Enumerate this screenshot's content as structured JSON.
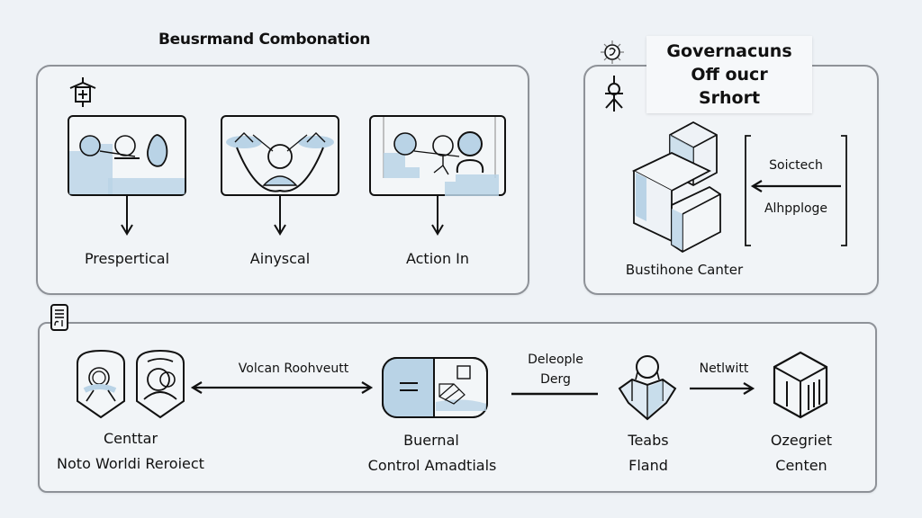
{
  "top_left": {
    "title": "Beusrmand Combonation",
    "steps": [
      {
        "label": "Prespertical",
        "icon": "meeting-scene"
      },
      {
        "label": "Ainyscal",
        "icon": "collaboration-scene"
      },
      {
        "label": "Action In",
        "icon": "team-action-scene"
      }
    ],
    "corner_icon": "building-plus-icon"
  },
  "top_right": {
    "title_line1": "Governacuns",
    "title_line2": "Off oucr Srhort",
    "bracket_label_top": "Soictech",
    "bracket_label_bottom": "Alhpploge",
    "caption": "Bustihone Canter",
    "icons": [
      "gear-person-icon",
      "person-icon",
      "isometric-blocks-icon"
    ]
  },
  "bottom": {
    "corner_icon": "document-icon",
    "nodes": [
      {
        "label_line1": "Centtar",
        "label_line2": "Noto Worldi Reroiect",
        "icon": "user-badge-icons"
      },
      {
        "label_line1": "Buernal",
        "label_line2": "Control Amadtials",
        "icon": "control-panel-icon"
      },
      {
        "label_line1": "Teabs",
        "label_line2": "Fland",
        "icon": "reader-person-icon"
      },
      {
        "label_line1": "Ozegriet",
        "label_line2": "Centen",
        "icon": "cube-icon"
      }
    ],
    "connectors": [
      {
        "label": "Volcan Roohveutt",
        "type": "bidirectional"
      },
      {
        "label_line1": "Deleople",
        "label_line2": "Derg",
        "type": "line"
      },
      {
        "label": "Netlwitt",
        "type": "arrow-right"
      }
    ]
  },
  "colors": {
    "background": "#eef2f6",
    "panel_border": "#8e9298",
    "accent_blue": "#b9d3e6",
    "ink": "#111111"
  }
}
